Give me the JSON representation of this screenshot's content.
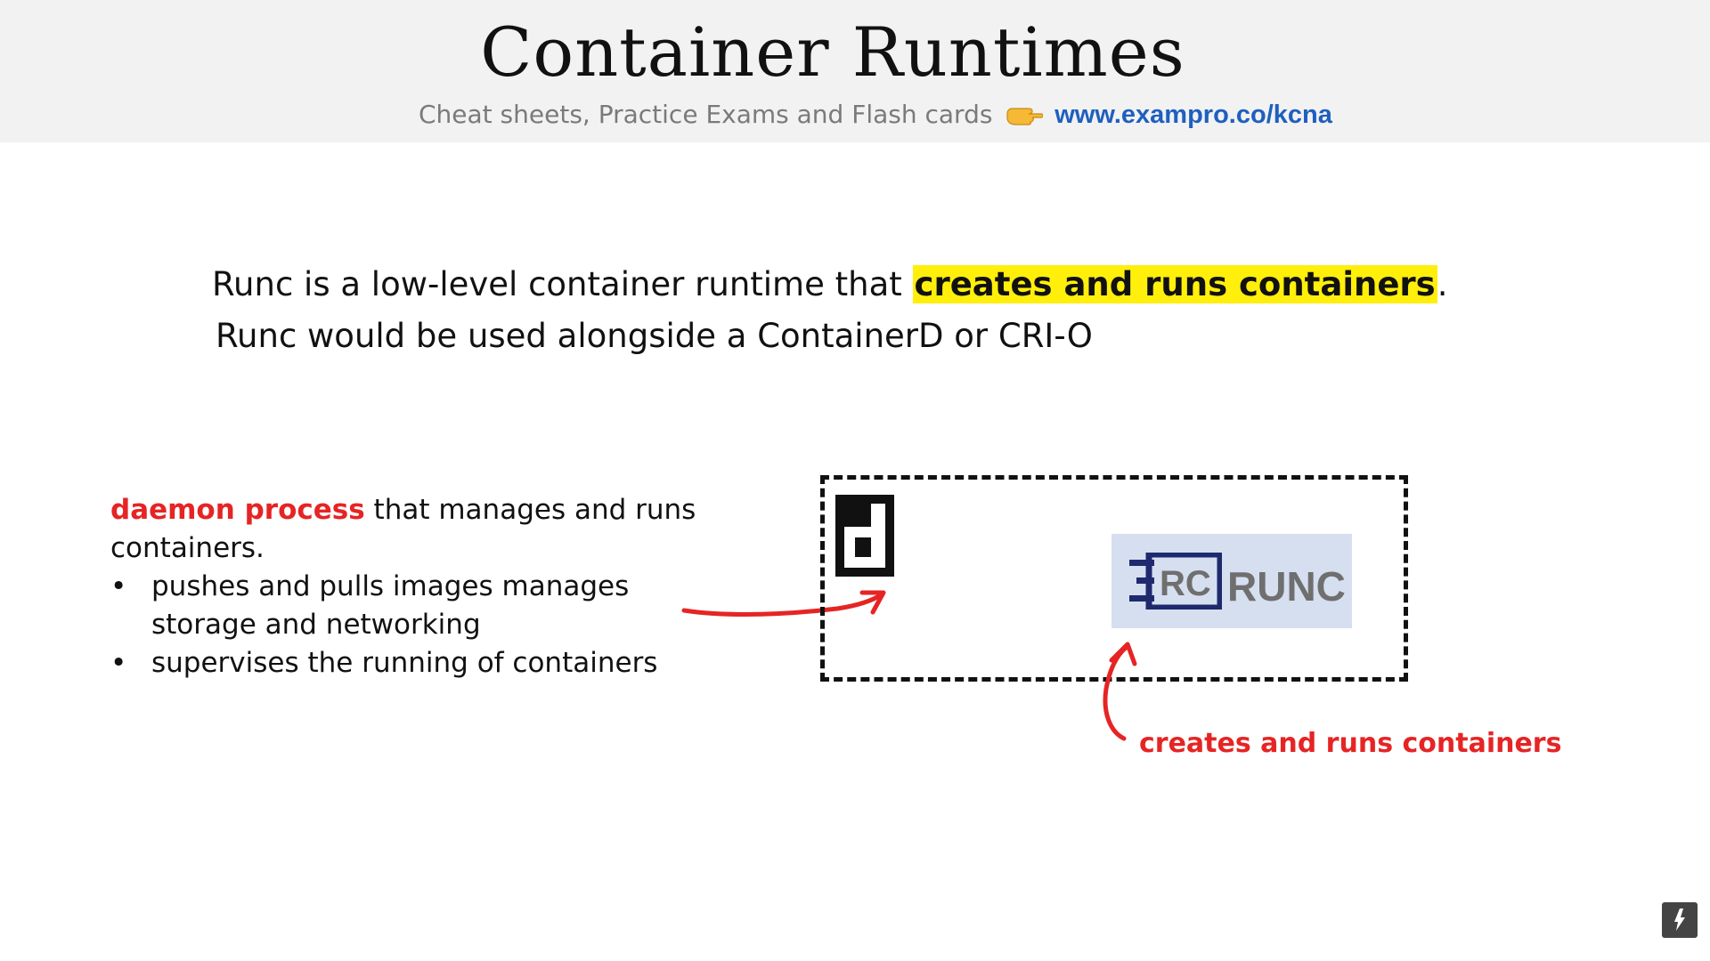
{
  "header": {
    "title": "Container Runtimes",
    "subtitle": "Cheat sheets, Practice Exams and Flash cards",
    "link": "www.exampro.co/kcna"
  },
  "lead": {
    "line1_before": "Runc is a low-level container runtime that ",
    "line1_highlight": "creates and runs containers",
    "line1_after": ".",
    "line2": "Runc would be used alongside a ContainerD or CRI-O"
  },
  "daemon": {
    "lead_red": "daemon process",
    "lead_rest": " that manages and runs containers.",
    "bullets": [
      "pushes and pulls images manages storage and networking",
      "supervises the running of containers"
    ]
  },
  "runc_logo": {
    "mark": "RC",
    "wordmark": "RUNC"
  },
  "callout": "creates and runs containers",
  "colors": {
    "header_bg": "#f2f2f3",
    "accent_red": "#e62424",
    "highlight": "#ffef0a",
    "link_blue": "#1f5fbf",
    "runc_navy": "#1f2a6e",
    "runc_bg": "#d6dff0"
  },
  "icons": [
    "pointing-hand-icon",
    "containerd-icon",
    "runc-logo-icon",
    "subscribe-badge-icon"
  ]
}
